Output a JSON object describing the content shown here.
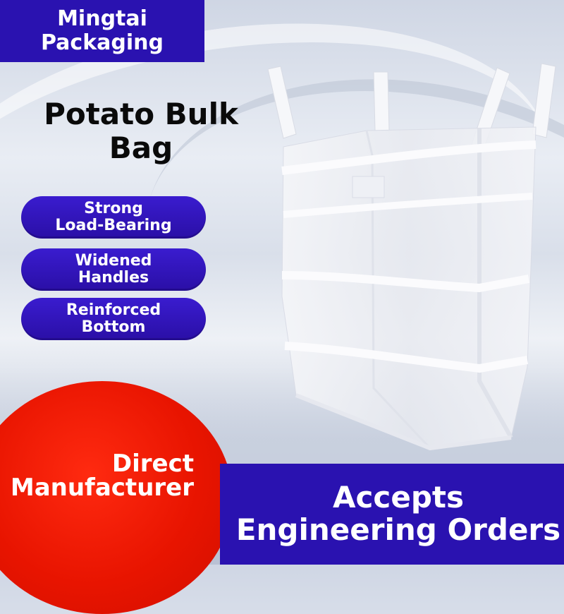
{
  "brand": {
    "line1": "Mingtai",
    "line2": "Packaging"
  },
  "title": {
    "line1": "Potato Bulk",
    "line2": "Bag"
  },
  "features": [
    {
      "line1": "Strong",
      "line2": "Load-Bearing"
    },
    {
      "line1": "Widened",
      "line2": "Handles"
    },
    {
      "line1": "Reinforced",
      "line2": "Bottom"
    }
  ],
  "badge": {
    "line1": "Direct",
    "line2": "Manufacturer"
  },
  "banner": {
    "line1": "Accepts",
    "line2": "Engineering Orders"
  },
  "colors": {
    "brand_blue": "#2a12b0",
    "accent_red": "#e81400"
  }
}
